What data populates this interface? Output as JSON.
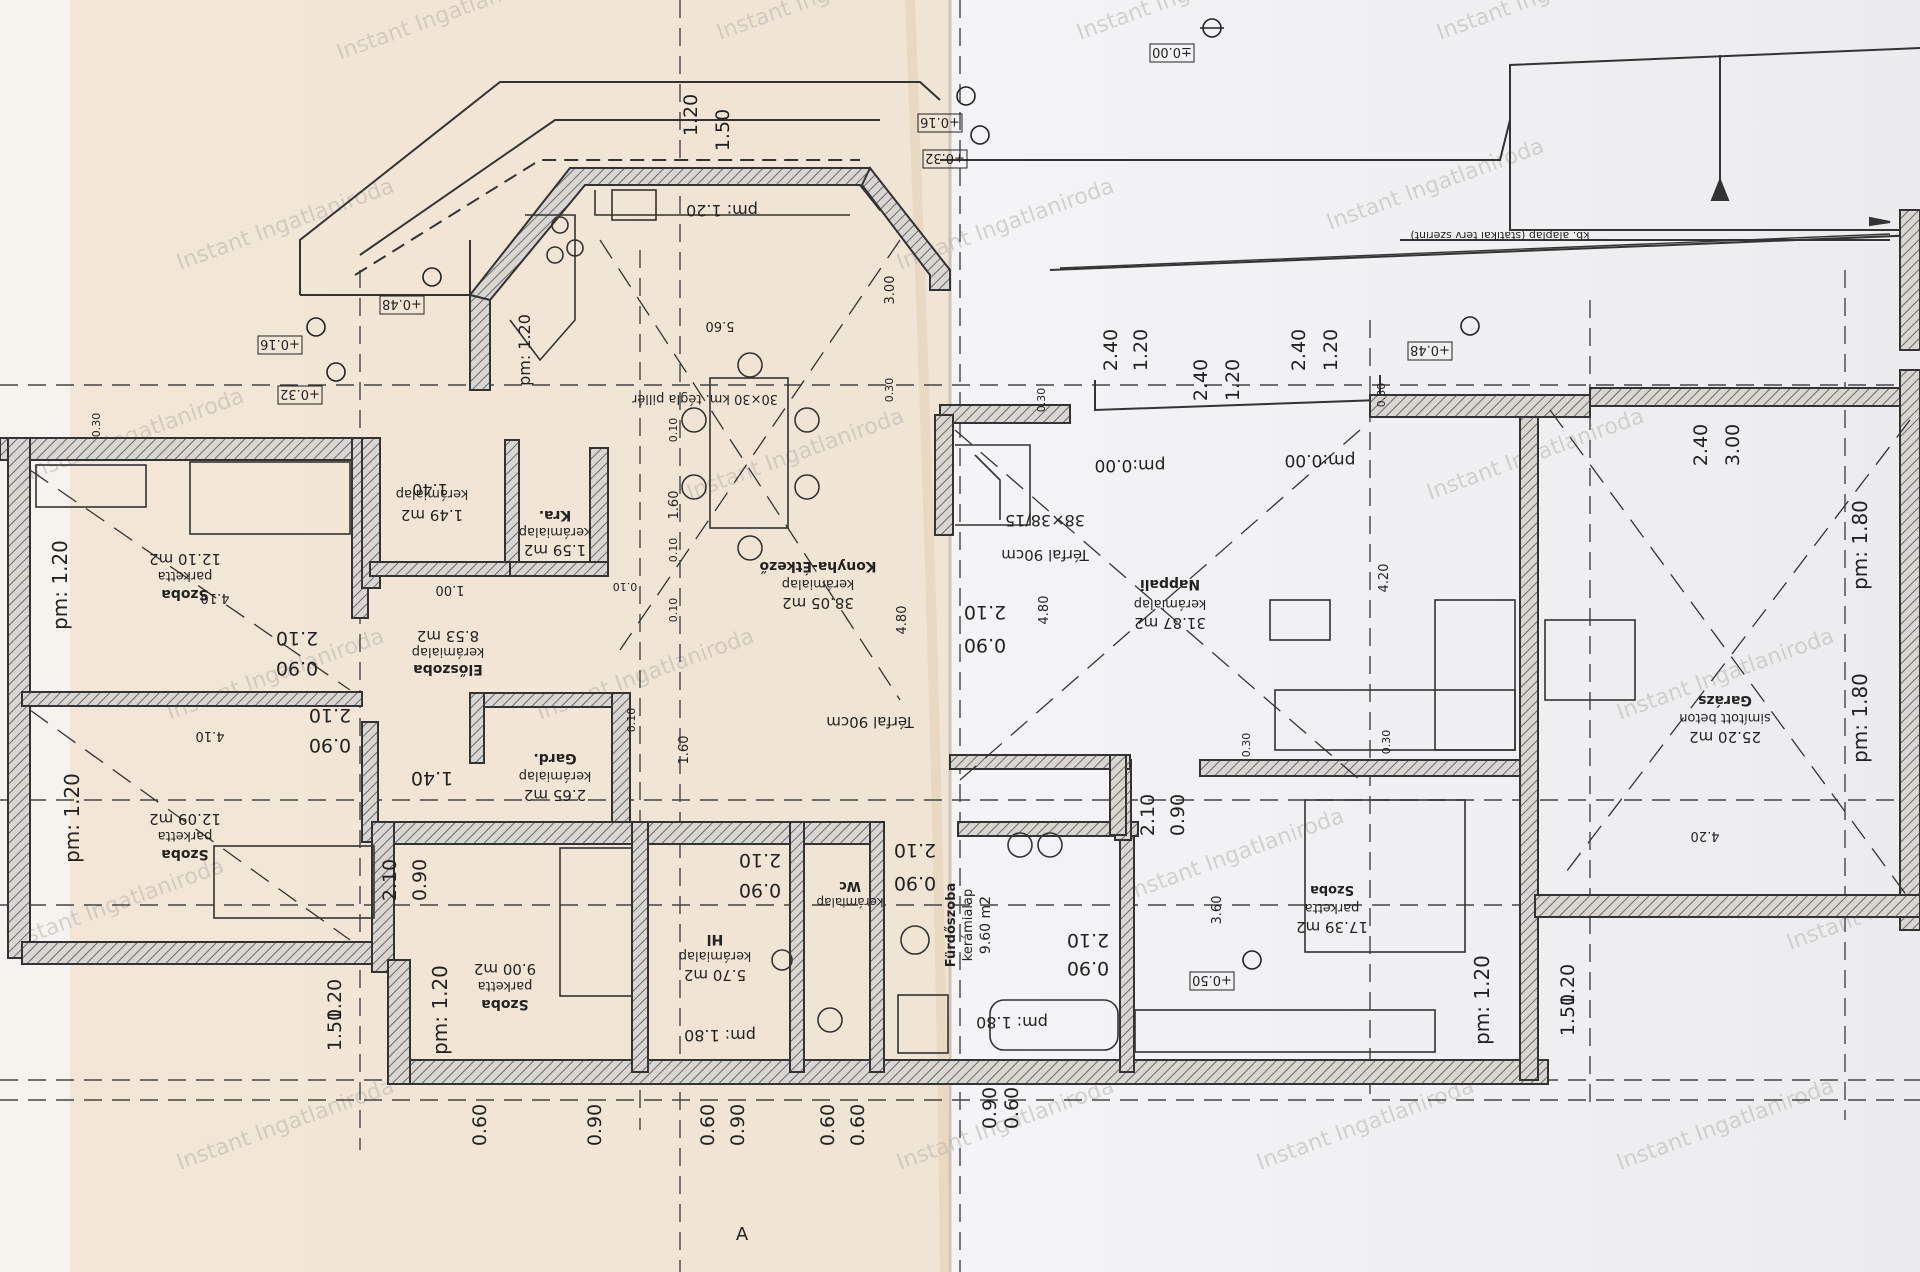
{
  "watermark": "Instant Ingatlaniroda",
  "rooms": [
    {
      "key": "szoba_1",
      "name": "Szoba",
      "floor": "parketta",
      "area": "12.10 m2",
      "height": "pm: 1.20"
    },
    {
      "key": "szoba_2",
      "name": "Szoba",
      "floor": "parketta",
      "area": "12.09 m2",
      "height": "pm: 1.20"
    },
    {
      "key": "szoba_3",
      "name": "Szoba",
      "floor": "parketta",
      "area": "9.00 m2",
      "height": "pm: 1.20"
    },
    {
      "key": "eloszoba",
      "name": "Előszoba",
      "floor": "kerámialap",
      "area": "8.53 m2"
    },
    {
      "key": "kamra",
      "name": "Kra.",
      "floor": "kerámialap",
      "area": "1.59 m2"
    },
    {
      "key": "wc_1",
      "name": "",
      "floor": "kerámialap",
      "area": "1.49 m2"
    },
    {
      "key": "gard",
      "name": "Gard.",
      "floor": "kerámialap",
      "area": "2.65 m2"
    },
    {
      "key": "konyha",
      "name": "Konyha-Étkező",
      "floor": "kerámialap",
      "area": "38.05 m2"
    },
    {
      "key": "nappali",
      "name": "Nappali",
      "floor": "kerámialap",
      "area": "31.87 m2"
    },
    {
      "key": "garazs",
      "name": "Garázs",
      "floor": "simított beton",
      "area": "25.20 m2"
    },
    {
      "key": "halo",
      "name": "Szoba",
      "floor": "parketta",
      "area": "17.39 m2",
      "height": "pm: 1.20"
    },
    {
      "key": "furdo",
      "name": "Fürdőszoba",
      "floor": "kerámialap",
      "area": "9.60 m2"
    },
    {
      "key": "hl",
      "name": "Hl",
      "floor": "kerámialap",
      "area": "5.70 m2"
    },
    {
      "key": "wc_2",
      "name": "Wc",
      "floor": "kerámialap",
      "area": ""
    }
  ],
  "annotations": {
    "tegla_pillar": "30×30 km. tégla pillér",
    "stair": "38×38/15",
    "terfal_1": "Térfal 90cm",
    "terfal_2": "Térfal 90cm",
    "level_nappali": "pm:0.00",
    "level_nappali_2": "pm:0.00",
    "pm_120": "pm: 1.20",
    "pm_180_a": "pm: 1.80",
    "pm_180_b": "pm: 1.80",
    "pm_180_c": "pm: 1.80",
    "pm_180_d": "pm: 1.80",
    "pm_120_konyha": "pm: 1.20",
    "section_mark": "A",
    "footing_note": "kb. alaplap (statikai terv szerint)"
  },
  "levels": [
    "±0.00",
    "+0.16",
    "+0.32",
    "+0.32",
    "+0.16",
    "+0.48",
    "+0.48",
    "+0.50"
  ],
  "dimensions": {
    "top": [
      "1.20",
      "1.50",
      "2.40",
      "1.20",
      "2.40",
      "1.20",
      "2.40",
      "1.20",
      "2.40",
      "3.00"
    ],
    "mid": [
      "5.60",
      "3.00",
      "4.80",
      "4.80",
      "4.20",
      "4.10",
      "4.10",
      "3.60",
      "4.20"
    ],
    "doors": [
      "2.10",
      "0.90",
      "2.10",
      "0.90",
      "2.10",
      "0.90",
      "2.10",
      "0.90",
      "2.10",
      "0.90",
      "2.10",
      "0.90",
      "2.10",
      "0.90",
      "2.10",
      "0.90"
    ],
    "windows": [
      "1.20",
      "1.50",
      "1.20",
      "1.50",
      "1.40",
      "1.00",
      "1.40",
      "1.60",
      "1.60"
    ],
    "bottom": [
      "0.60",
      "0.90",
      "0.60",
      "0.60",
      "0.90",
      "0.60",
      "0.90",
      "0.60"
    ],
    "walls": [
      "0.30",
      "0.30",
      "0.30",
      "0.30",
      "0.30",
      "0.30",
      "0.10",
      "0.10",
      "0.10",
      "0.10",
      "0.10"
    ]
  }
}
